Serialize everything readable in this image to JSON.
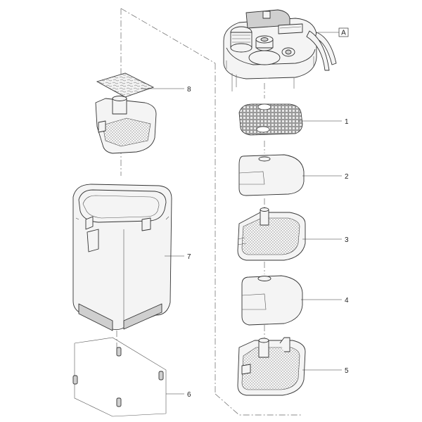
{
  "diagram": {
    "callouts": [
      {
        "id": "1",
        "label": "1",
        "part": "coarse-grid-plate"
      },
      {
        "id": "2",
        "label": "2",
        "part": "foam-sponge-upper"
      },
      {
        "id": "3",
        "label": "3",
        "part": "filter-basket-middle"
      },
      {
        "id": "4",
        "label": "4",
        "part": "foam-sponge-lower"
      },
      {
        "id": "5",
        "label": "5",
        "part": "filter-basket-bottom"
      },
      {
        "id": "6",
        "label": "6",
        "part": "feet"
      },
      {
        "id": "7",
        "label": "7",
        "part": "canister-housing"
      },
      {
        "id": "8",
        "label": "8",
        "part": "prefilter-basket"
      }
    ],
    "head_marker": "A"
  },
  "colors": {
    "line": "#333333",
    "fill": "#f4f4f4",
    "shade": "#cfcfcf"
  }
}
